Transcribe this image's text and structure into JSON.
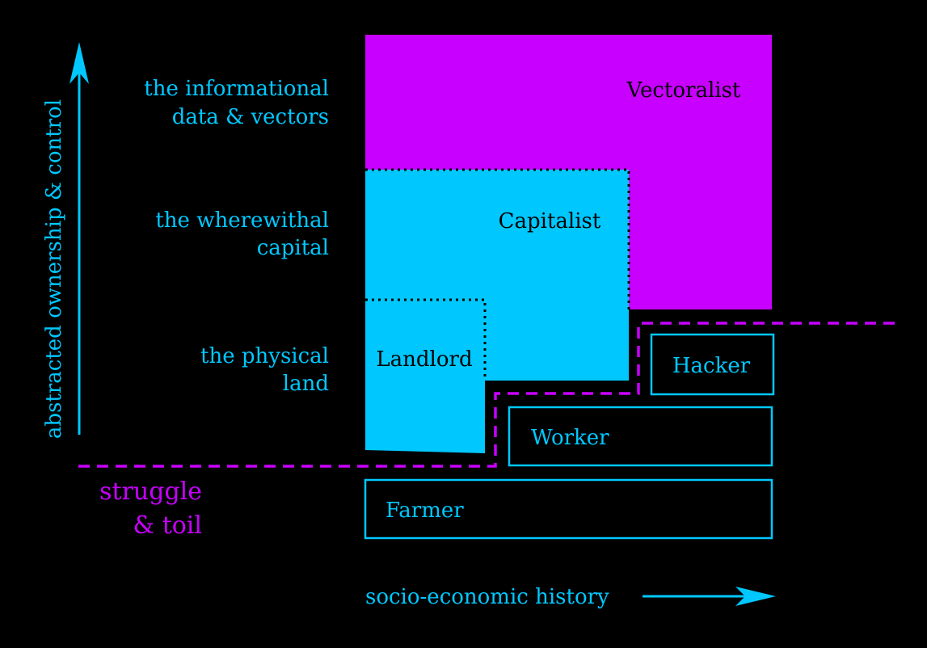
{
  "colors": {
    "background": "#000000",
    "cyan": "#00c8ff",
    "magenta": "#c800ff",
    "dark_text": "#000000"
  },
  "y_axis": {
    "label": "abstracted ownership & control",
    "levels": [
      {
        "line1": "the informational",
        "line2": "data & vectors"
      },
      {
        "line1": "the wherewithal",
        "line2": "capital"
      },
      {
        "line1": "the physical",
        "line2": "land"
      }
    ]
  },
  "x_axis": {
    "label": "socio-economic history"
  },
  "classes": {
    "ruling": [
      {
        "name": "Vectoralist",
        "color": "magenta"
      },
      {
        "name": "Capitalist",
        "color": "cyan"
      },
      {
        "name": "Landlord",
        "color": "cyan"
      }
    ],
    "working": [
      {
        "name": "Hacker"
      },
      {
        "name": "Worker"
      },
      {
        "name": "Farmer"
      }
    ]
  },
  "struggle": {
    "line1": "struggle",
    "line2": "& toil"
  }
}
